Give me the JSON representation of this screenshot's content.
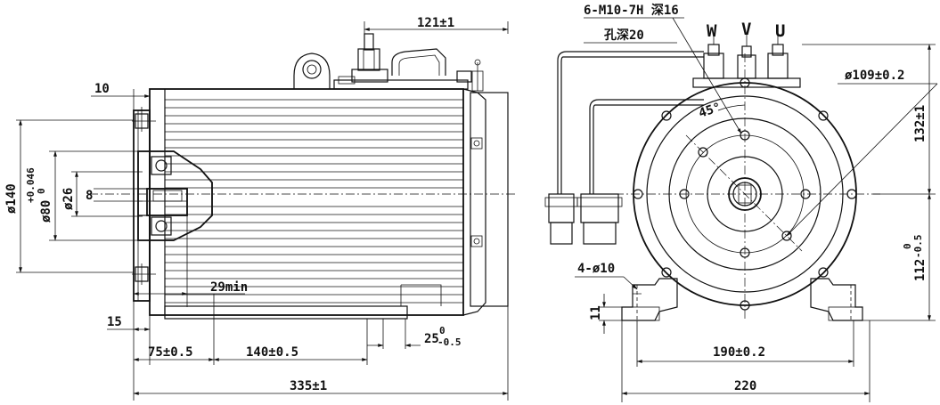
{
  "side_view": {
    "dim_overall_length": "335±1",
    "dim_flange_front": "75±0.5",
    "dim_foot_spacing": "140±0.5",
    "dim_recess": "25",
    "dim_recess_tol_upper": "0",
    "dim_recess_tol_lower": "-0.5",
    "dim_shaft_length": "29min",
    "dim_flange_thickness": "15",
    "dim_flange_offset": "10",
    "dim_terminal_box": "121±1",
    "dim_flange_dia": "ø140",
    "dim_spigot_dia": "ø80",
    "dim_spigot_tol_upper": "+0.046",
    "dim_spigot_tol_lower": "0",
    "dim_shaft_dia": "ø26",
    "dim_key_width": "8"
  },
  "front_view": {
    "thread_note_line1": "6-M10-7H 深16",
    "thread_note_line2": "孔深20",
    "phase_w": "W",
    "phase_v": "V",
    "phase_u": "U",
    "dim_bolt_circle": "ø109±0.2",
    "angle": "45°",
    "dim_height_top": "132±1",
    "dim_center_height": "112",
    "dim_center_tol_upper": "0",
    "dim_center_tol_lower": "-0.5",
    "dim_mount_holes": "4-ø10",
    "dim_foot_thickness": "11",
    "dim_foot_hole_spacing": "190±0.2",
    "dim_base_width": "220"
  }
}
